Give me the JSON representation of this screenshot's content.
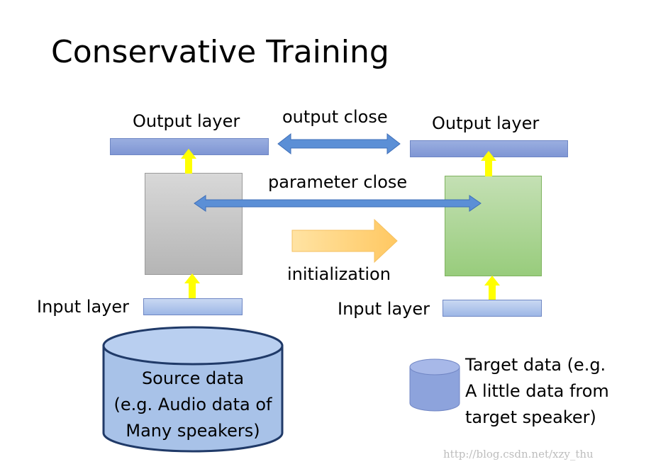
{
  "title": "Conservative Training",
  "labels": {
    "output_layer_left": "Output layer",
    "output_layer_right": "Output layer",
    "output_close": "output close",
    "parameter_close": "parameter close",
    "initialization": "initialization",
    "input_layer_left": "Input layer",
    "input_layer_right": "Input layer"
  },
  "source_data": {
    "line1": "Source data",
    "line2": "(e.g. Audio data of",
    "line3": "Many speakers)"
  },
  "target_data": {
    "line1": "Target data (e.g.",
    "line2": "A little data from",
    "line3": "target speaker)"
  },
  "watermark": "http://blog.csdn.net/xzy_thu",
  "colors": {
    "double_arrow": "#5b8fd6",
    "up_arrow": "#ffff00",
    "init_arrow": "#ffd27a",
    "source_net": "#c6c6c6",
    "target_net": "#a9d48f",
    "cylinder": "#a8c2e8"
  }
}
